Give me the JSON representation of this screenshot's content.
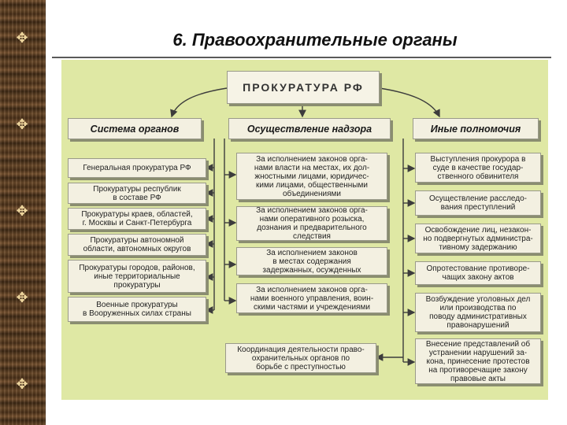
{
  "title": "6. Правоохранительные органы",
  "root": "ПРОКУРАТУРА РФ",
  "columns": {
    "left": {
      "header": "Система органов",
      "items": [
        "Генеральная прокуратура РФ",
        "Прокуратуры республик\nв составе РФ",
        "Прокуратуры краев, областей,\nг. Москвы и Санкт-Петербурга",
        "Прокуратуры автономной\nобласти, автономных округов",
        "Прокуратуры городов, районов,\nиные территориальные\nпрокуратуры",
        "Военные прокуратуры\nв Вооруженных силах страны"
      ]
    },
    "middle": {
      "header": "Осуществление надзора",
      "items": [
        "За исполнением законов орга-\nнами власти на местах, их дол-\nжностными лицами, юридичес-\nкими лицами, общественными\nобъединениями",
        "За исполнением законов орга-\nнами оперативного розыска,\nдознания и предварительного\nследствия",
        "За исполнением законов\nв местах содержания\nзадержанных, осужденных",
        "За исполнением законов орга-\nнами военного управления, воин-\nскими частями и учреждениями"
      ],
      "coordination": "Координация деятельности право-\nохранительных органов по\nборьбе с преступностью"
    },
    "right": {
      "header": "Иные полномочия",
      "items": [
        "Выступления прокурора в\nсуде в качестве государ-\nственного обвинителя",
        "Осуществление расследо-\nвания преступлений",
        "Освобождение лиц, незакон-\nно подвергнутых администра-\nтивному задержанию",
        "Опротестование противоре-\nчащих закону актов",
        "Возбуждение уголовных дел\nили производства по\nповоду административных\nправонарушений",
        "Внесение представлений об\nустранении нарушений за-\nкона, принесение протестов\nна противоречащие закону\nправовые акты"
      ]
    }
  }
}
